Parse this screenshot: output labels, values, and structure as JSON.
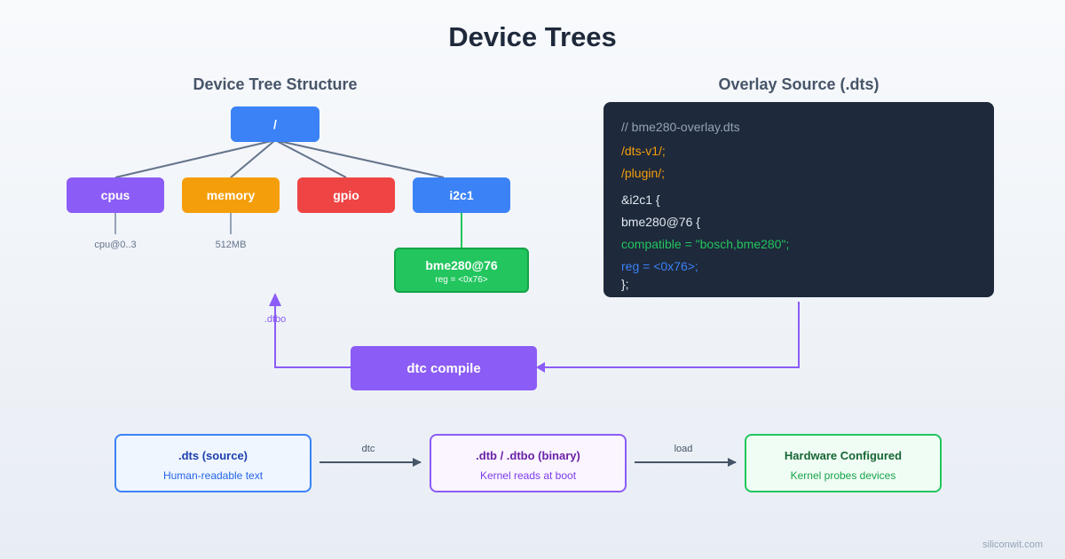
{
  "title": "Device Trees",
  "tree_section": {
    "title": "Device Tree Structure",
    "root": "/",
    "children": [
      {
        "label": "cpus",
        "color": "#8b5cf6",
        "sub": "cpu@0..3"
      },
      {
        "label": "memory",
        "color": "#f59e0b",
        "sub": "512MB"
      },
      {
        "label": "gpio",
        "color": "#ef4444",
        "sub": ""
      },
      {
        "label": "i2c1",
        "color": "#3b82f6",
        "sub": ""
      }
    ],
    "leaf": {
      "name": "bme280@76",
      "reg": "reg = <0x76>"
    }
  },
  "overlay": {
    "title": "Overlay Source (.dts)",
    "lines": [
      {
        "text": "// bme280-overlay.dts",
        "color": "#94a3b8"
      },
      {
        "text": "/dts-v1/;",
        "color": "#f59e0b"
      },
      {
        "text": "/plugin/;",
        "color": "#f59e0b"
      },
      {
        "text": "&i2c1 {",
        "color": "#e2e8f0"
      },
      {
        "text": "bme280@76 {",
        "color": "#e2e8f0"
      },
      {
        "text": "compatible = \"bosch,bme280\";",
        "color": "#22c55e"
      },
      {
        "text": "reg = <0x76>;",
        "color": "#3b82f6"
      },
      {
        "text": "};",
        "color": "#e2e8f0"
      }
    ]
  },
  "compile": {
    "label": "dtc compile",
    "output_label": ".dtbo"
  },
  "flow": {
    "boxes": [
      {
        "title": ".dts (source)",
        "desc": "Human-readable text",
        "border": "#3b82f6",
        "bg": "#eff6ff",
        "title_color": "#1e40af",
        "desc_color": "#2563eb"
      },
      {
        "title": ".dtb / .dtbo (binary)",
        "desc": "Kernel reads at boot",
        "border": "#8b5cf6",
        "bg": "#faf5ff",
        "title_color": "#6b21a8",
        "desc_color": "#7c3aed"
      },
      {
        "title": "Hardware Configured",
        "desc": "Kernel probes devices",
        "border": "#22c55e",
        "bg": "#f0fdf4",
        "title_color": "#166534",
        "desc_color": "#16a34a"
      }
    ],
    "arrows": [
      "dtc",
      "load"
    ]
  },
  "footer": "siliconwit.com"
}
